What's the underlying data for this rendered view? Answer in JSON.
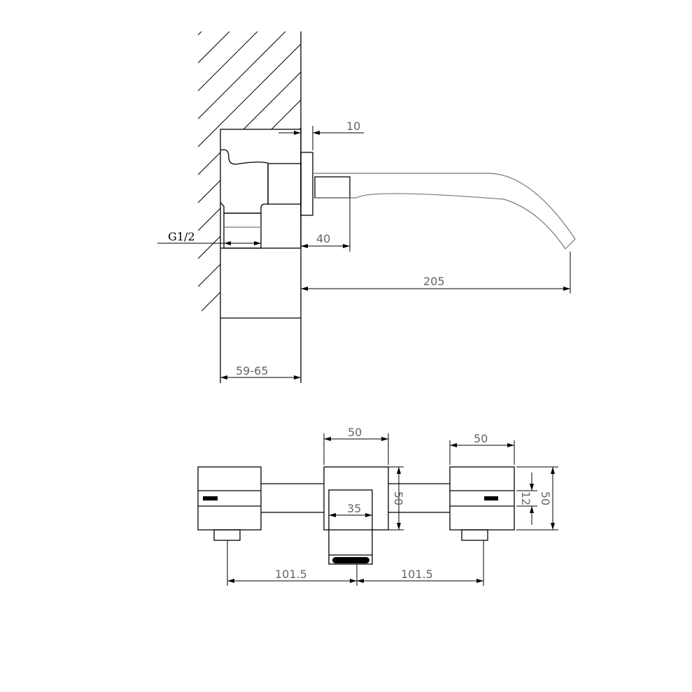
{
  "side_view": {
    "thread_label": "G1/2",
    "dim_flange": "10",
    "dim_spout_tube": "40",
    "dim_projection": "205",
    "dim_wall_depth": "59-65"
  },
  "front_view": {
    "dim_center_width": "50",
    "dim_handle_width": "50",
    "dim_center_height": "50",
    "dim_spout_width": "35",
    "dim_lever_height": "12",
    "dim_handle_height": "50",
    "dim_left_spacing": "101.5",
    "dim_right_spacing": "101.5"
  }
}
